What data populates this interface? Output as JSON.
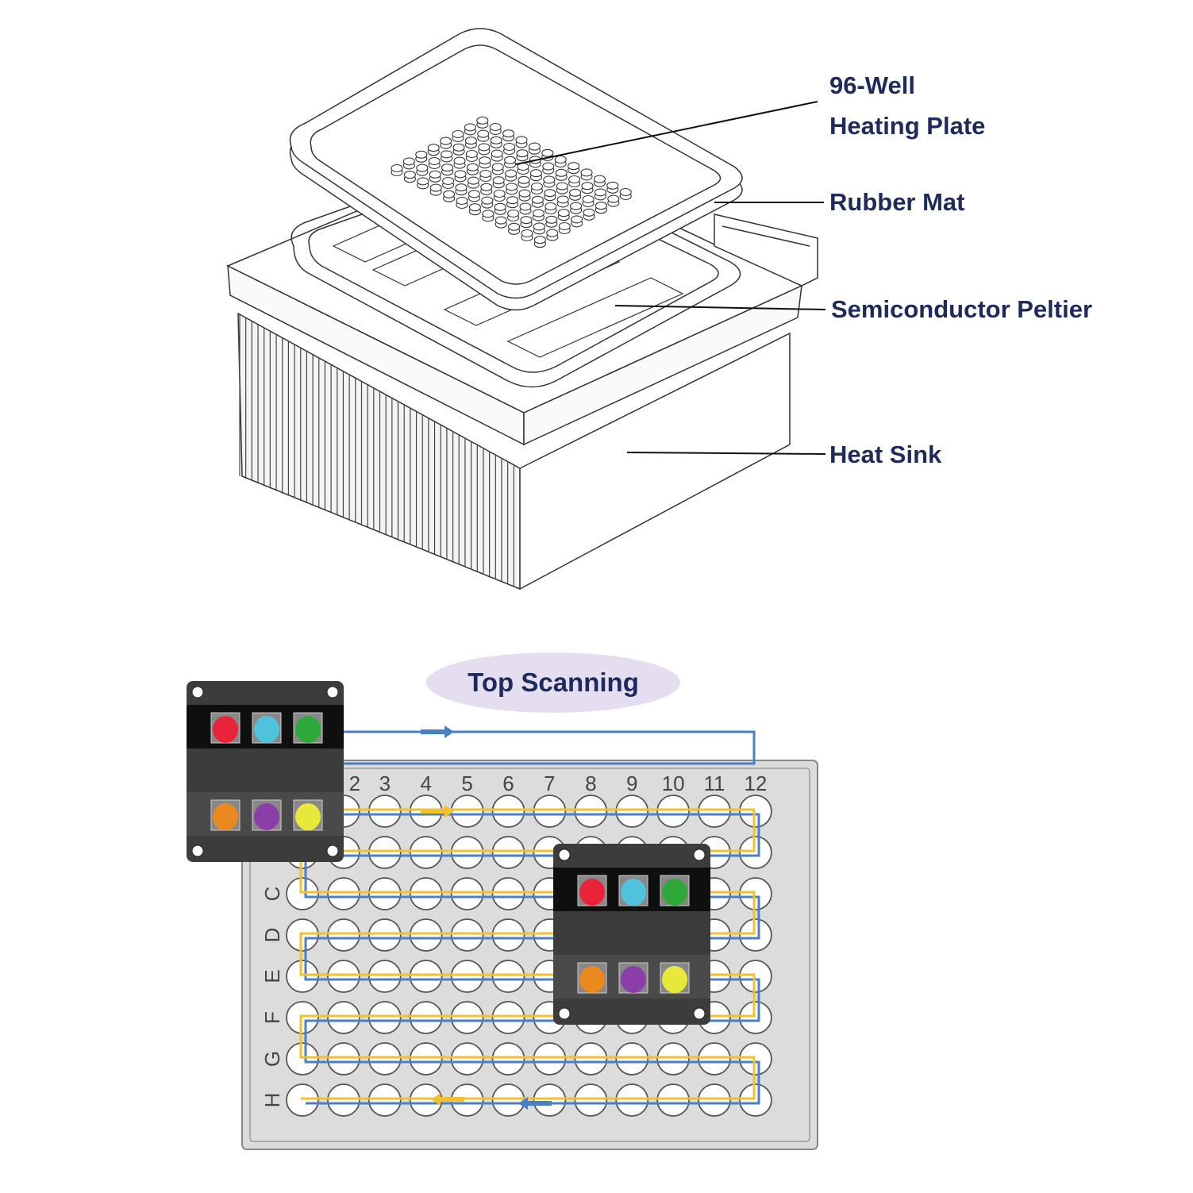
{
  "exploded_view": {
    "labels": {
      "heating_plate_line1": "96-Well",
      "heating_plate_line2": "Heating Plate",
      "rubber_mat": "Rubber Mat",
      "peltier": "Semiconductor Peltier",
      "heat_sink": "Heat Sink"
    }
  },
  "scan_diagram": {
    "title": "Top Scanning",
    "columns": [
      "2",
      "3",
      "4",
      "5",
      "6",
      "7",
      "8",
      "9",
      "10",
      "11",
      "12"
    ],
    "rows": [
      "C",
      "D",
      "E",
      "F",
      "G",
      "H"
    ],
    "led_colors": [
      "#e8233a",
      "#4fc3dc",
      "#2fa83a",
      "#ea8a1e",
      "#8a3fa8",
      "#e8e83a"
    ],
    "path_colors": {
      "blue": "#4a7fc4",
      "yellow": "#f2c12e"
    },
    "title_bg": "#e4def0"
  }
}
